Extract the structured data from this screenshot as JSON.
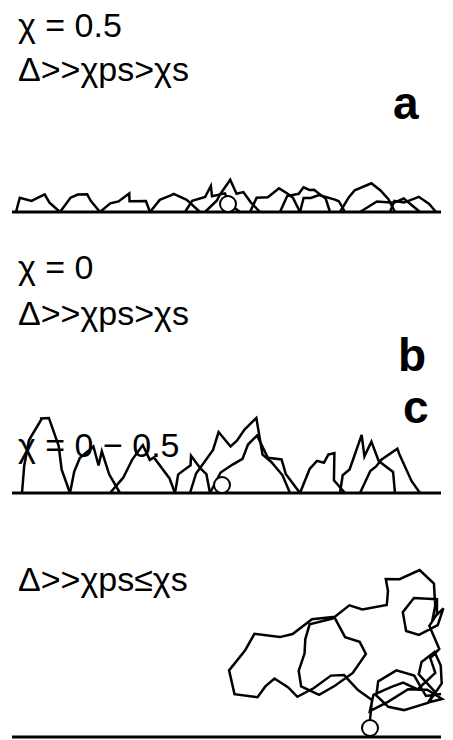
{
  "diagram": {
    "labels": [
      "χ = 0.5",
      "Δ>>χps>χs",
      "a",
      "χ = 0",
      "Δ>>χps>χs",
      "b",
      "c",
      "χ = 0 − 0.5",
      "Δ>>χps≤χs"
    ]
  }
}
